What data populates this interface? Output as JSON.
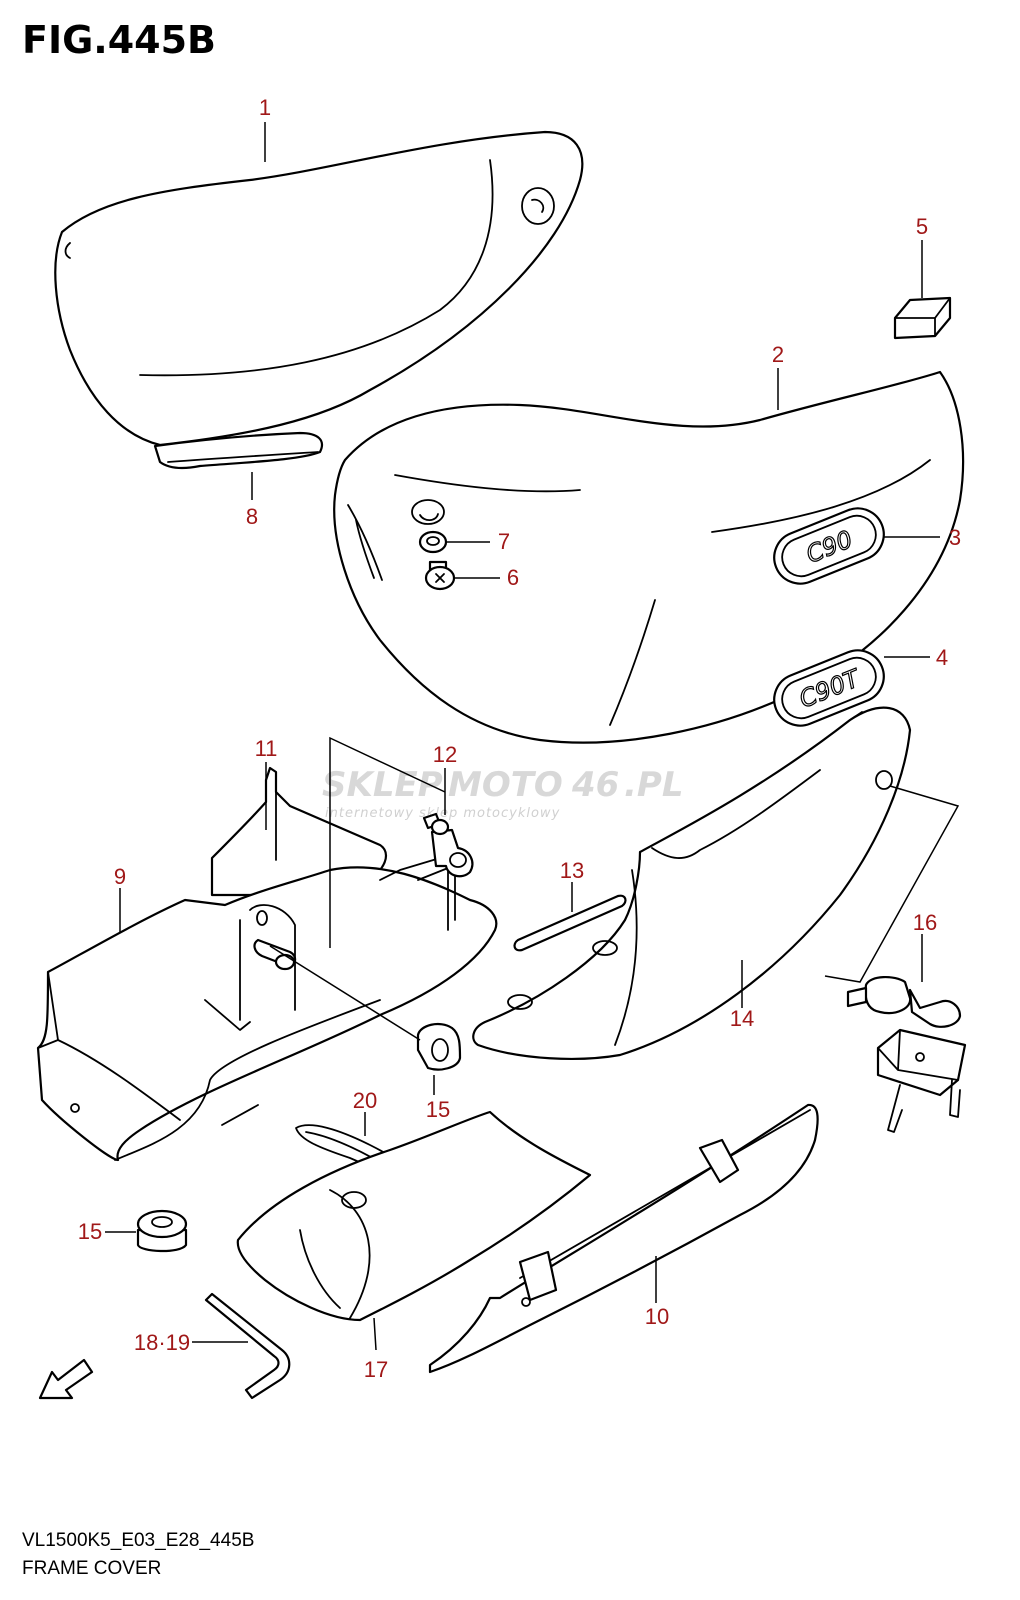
{
  "figure": {
    "title": "FIG.445B",
    "code": "VL1500K5_E03_E28_445B",
    "caption": "FRAME COVER"
  },
  "watermark": {
    "brand_prefix": "SKLEP",
    "brand_mid": "MOTO",
    "brand_num": "46",
    "brand_suffix": ".PL",
    "tagline": "internetowy sklep motocyklowy"
  },
  "emblems": {
    "emblem_3": "C90",
    "emblem_4": "C90T"
  },
  "callouts": {
    "c1": "1",
    "c2": "2",
    "c3": "3",
    "c4": "4",
    "c5": "5",
    "c6": "6",
    "c7": "7",
    "c8": "8",
    "c9": "9",
    "c10": "10",
    "c11": "11",
    "c12": "12",
    "c13": "13",
    "c14": "14",
    "c15a": "15",
    "c15b": "15",
    "c16": "16",
    "c17": "17",
    "c18_19": "18·19",
    "c20": "20"
  },
  "colors": {
    "callout": "#a01818",
    "line": "#000000",
    "watermark": "#d8d8d8"
  }
}
